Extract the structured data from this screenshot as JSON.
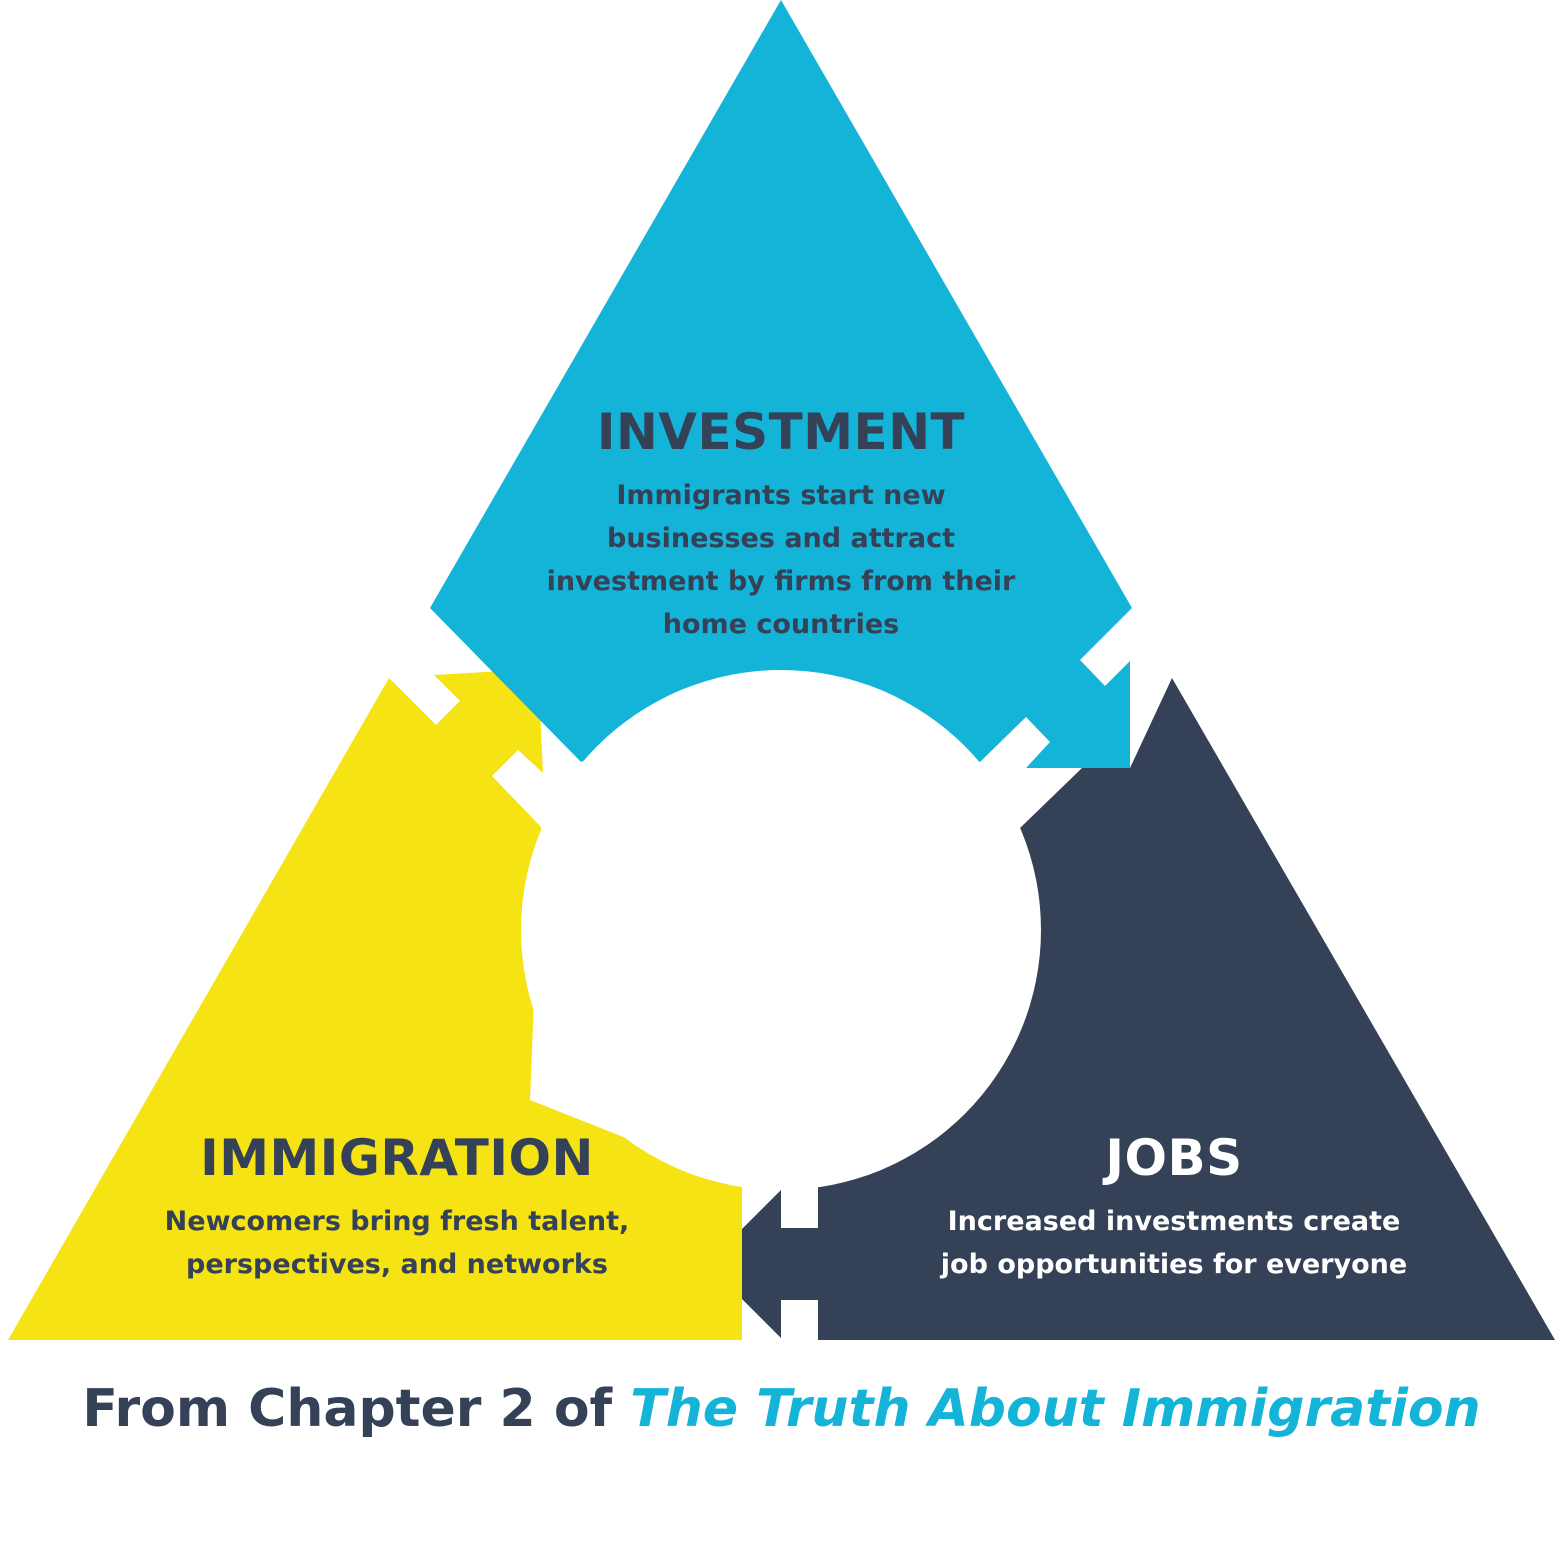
{
  "colors": {
    "investment": "#14b4d8",
    "immigration": "#f5e314",
    "jobs": "#344156",
    "dark_text": "#344156",
    "light_text": "#ffffff",
    "caption_accent": "#14b4d8",
    "background": "#ffffff"
  },
  "investment": {
    "title": "INVESTMENT",
    "description": "Immigrants start new businesses and attract investment by firms from their home countries"
  },
  "immigration": {
    "title": "IMMIGRATION",
    "description": "Newcomers bring fresh talent, perspectives, and networks"
  },
  "jobs": {
    "title": "JOBS",
    "description": "Increased investments create job opportunities for everyone"
  },
  "caption": {
    "prefix": "From Chapter 2 of ",
    "book_title": "The Truth About Immigration"
  }
}
